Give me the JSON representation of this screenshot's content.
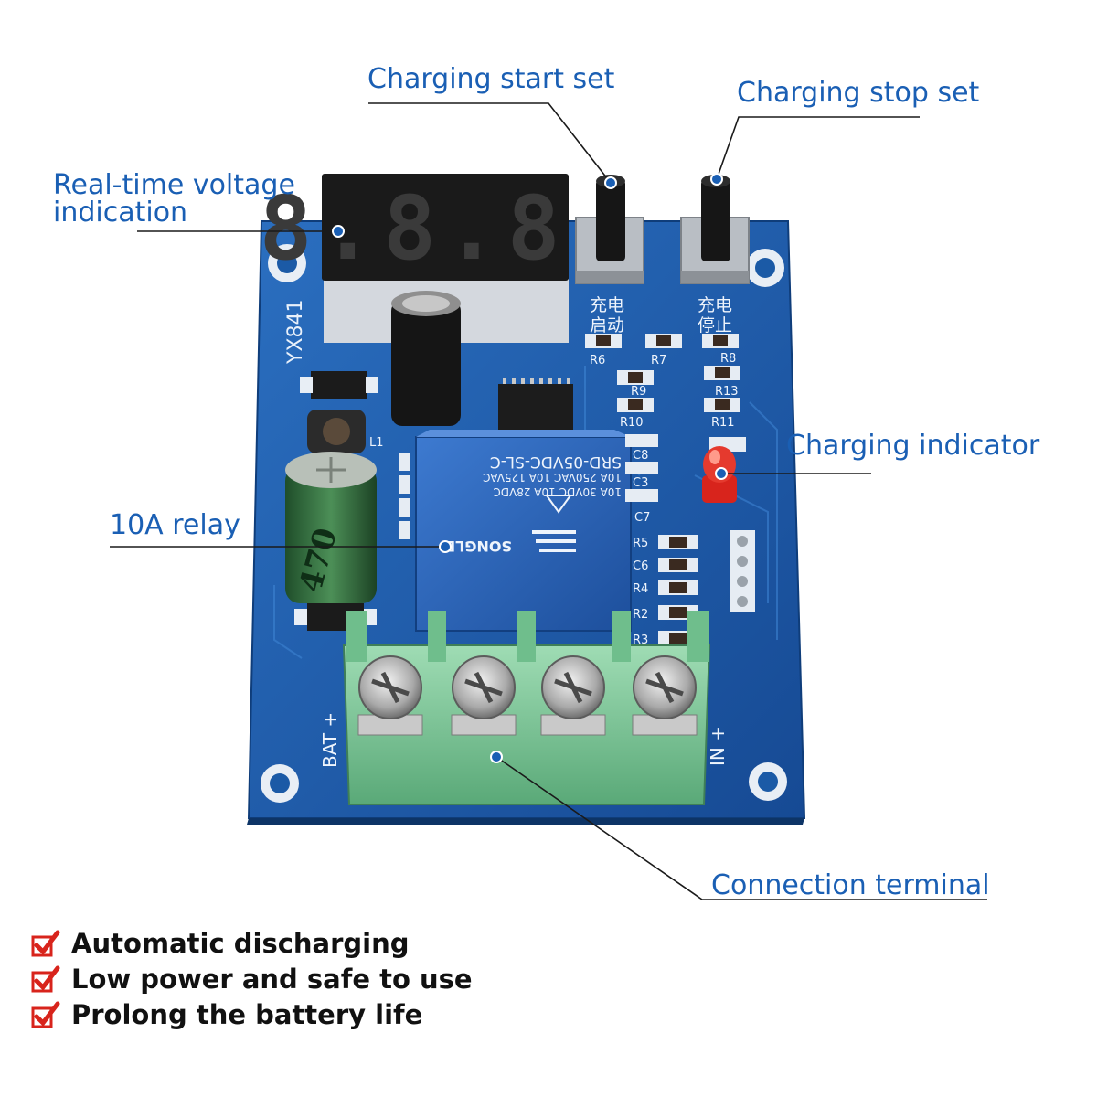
{
  "callouts": {
    "start_set": "Charging start set",
    "stop_set": "Charging stop set",
    "voltage_line1": "Real-time voltage",
    "voltage_line2": "indication",
    "indicator": "Charging indicator",
    "relay": "10A relay",
    "terminal": "Connection terminal"
  },
  "board": {
    "model": "YX841",
    "display_digits": "8.8.8.",
    "btn_start_cn_1": "充电",
    "btn_start_cn_2": "启动",
    "btn_stop_cn_1": "充电",
    "btn_stop_cn_2": "停止",
    "relay_model": "SRD-05VDC-SL-C",
    "relay_rating_1": "10A  250VAC  10A  125VAC",
    "relay_rating_2": "10A  30VDC  10A  28VDC",
    "relay_brand": "SONGLE",
    "cap_marking": "470",
    "bat_label": "BAT +",
    "in_label": "IN +",
    "component_labels": [
      "R6",
      "R7",
      "R8",
      "R9",
      "R10",
      "R13",
      "R11",
      "C8",
      "C3",
      "C7",
      "R5",
      "C6",
      "R4",
      "R2",
      "R3",
      "L1"
    ]
  },
  "colors": {
    "callout": "#1a5fb4",
    "pcb": "#1f5fae",
    "terminal": "#7cc79a",
    "relay": "#2a63b8",
    "led": "#d8241c",
    "check": "#d8241c"
  },
  "features": [
    "Automatic discharging",
    "Low power and safe to use",
    "Prolong the battery life"
  ]
}
